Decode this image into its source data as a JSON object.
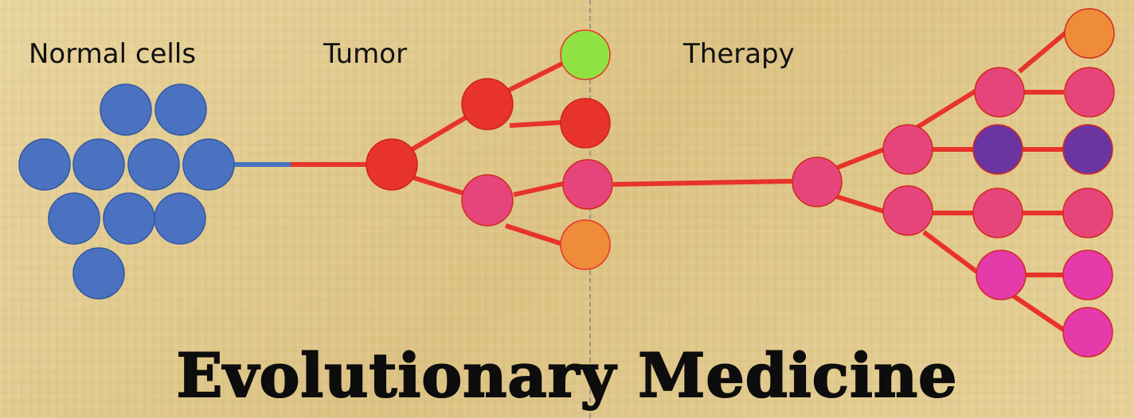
{
  "labels": {
    "normal": "Normal cells",
    "tumor": "Tumor",
    "therapy": "Therapy"
  },
  "title": "Evolutionary Medicine",
  "colors": {
    "normal_cell": "#4a72c0",
    "tumor_red": "#e8332a",
    "pink": "#e5457a",
    "green": "#8fe241",
    "orange": "#ef8c3a",
    "purple": "#6a35a0",
    "magenta": "#e53aaa",
    "branch": "#e8332a",
    "normal_branch": "#4a72c0",
    "divider": "#888888"
  }
}
